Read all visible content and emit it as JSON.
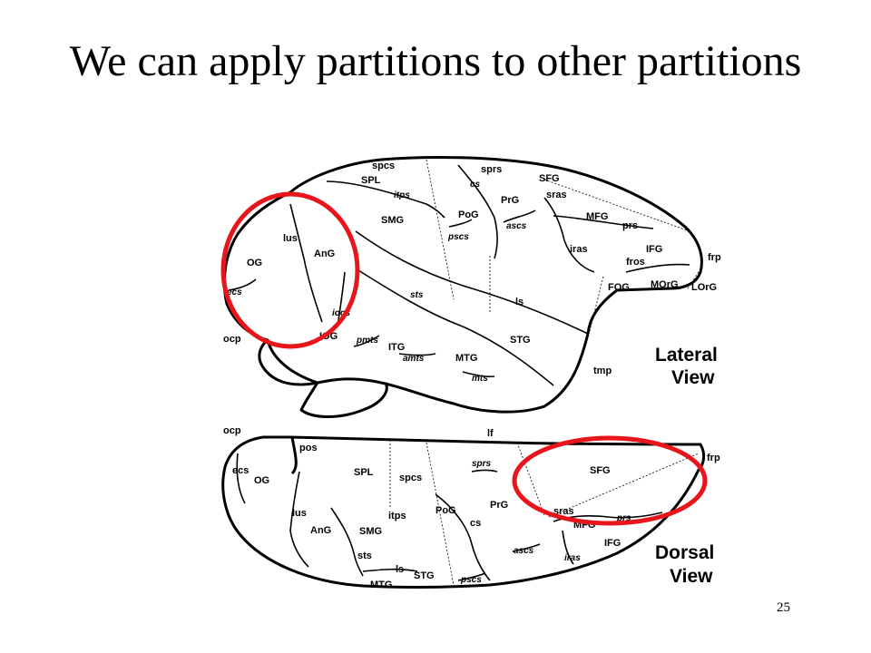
{
  "slide": {
    "title": "We can apply partitions to other partitions",
    "page_number": "25"
  },
  "colors": {
    "highlight": "#e8151b",
    "outline": "#000000"
  },
  "lateral_view": {
    "caption_line1": "Lateral",
    "caption_line2": "View",
    "labels": {
      "spcs": "spcs",
      "sprs": "sprs",
      "SFG": "SFG",
      "SPL": "SPL",
      "cs": "cs",
      "sras": "sras",
      "itps": "itps",
      "PrG": "PrG",
      "SMG": "SMG",
      "PoG": "PoG",
      "MFG": "MFG",
      "ascs": "ascs",
      "pscs": "pscs",
      "prs": "prs",
      "lus": "lus",
      "iras": "iras",
      "IFG": "IFG",
      "AnG": "AnG",
      "frp": "frp",
      "fros": "fros",
      "OG": "OG",
      "sts": "sts",
      "FOG": "FOG",
      "MOrG": "MOrG",
      "LOrG": "LOrG",
      "ecs": "ecs",
      "ls": "ls",
      "iocs": "iocs",
      "ocp": "ocp",
      "IOG": "IOG",
      "pmts": "pmts",
      "STG": "STG",
      "ITG": "ITG",
      "amts": "amts",
      "MTG": "MTG",
      "tmp": "tmp",
      "mts": "mts"
    }
  },
  "dorsal_view": {
    "caption_line1": "Dorsal",
    "caption_line2": "View",
    "labels": {
      "ocp": "ocp",
      "lf": "lf",
      "pos": "pos",
      "frp": "frp",
      "sprs": "sprs",
      "ecs": "ecs",
      "SPL": "SPL",
      "spcs": "spcs",
      "SFG": "SFG",
      "OG": "OG",
      "PrG": "PrG",
      "itps": "itps",
      "PoG": "PoG",
      "sras": "sras",
      "lus": "lus",
      "cs": "cs",
      "MFG": "MFG",
      "prs": "prs",
      "AnG": "AnG",
      "SMG": "SMG",
      "IFG": "IFG",
      "ascs": "ascs",
      "iras": "iras",
      "sts": "sts",
      "ls": "ls",
      "STG": "STG",
      "MTG": "MTG",
      "pscs": "pscs"
    }
  }
}
